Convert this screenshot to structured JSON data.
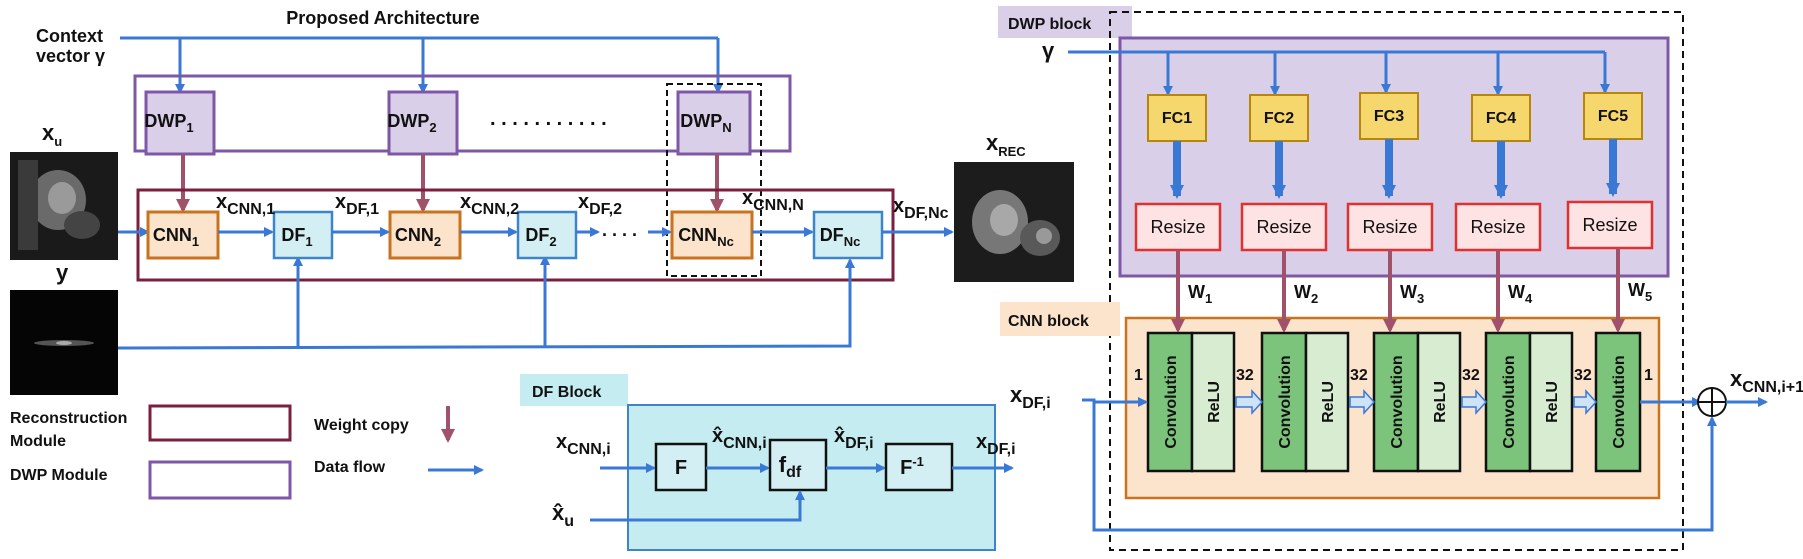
{
  "title": "Proposed Architecture",
  "context_vector": {
    "line1": "Context",
    "line2": "vector γ"
  },
  "gamma": "γ",
  "inputs": {
    "xu": "x",
    "xu_sub": "u",
    "y": "y",
    "xrec": "x",
    "xrec_sub": "REC"
  },
  "dwp": [
    {
      "label": "DWP",
      "sub": "1"
    },
    {
      "label": "DWP",
      "sub": "2"
    },
    {
      "label": "DWP",
      "sub": "N"
    }
  ],
  "dots": ". . . . . . . . . . .",
  "dots_small": ". . . .",
  "cnn": [
    {
      "label": "CNN",
      "sub": "1"
    },
    {
      "label": "CNN",
      "sub": "2"
    },
    {
      "label": "CNN",
      "sub": "Nc"
    }
  ],
  "df": [
    {
      "label": "DF",
      "sub": "1"
    },
    {
      "label": "DF",
      "sub": "2"
    },
    {
      "label": "DF",
      "sub": "Nc"
    }
  ],
  "flow_labels": [
    {
      "main": "x",
      "sub": "CNN,1"
    },
    {
      "main": "x",
      "sub": "DF,1"
    },
    {
      "main": "x",
      "sub": "CNN,2"
    },
    {
      "main": "x",
      "sub": "DF,2"
    },
    {
      "main": "x",
      "sub": "CNN,N"
    },
    {
      "main": "x",
      "sub": "DF,Nc"
    }
  ],
  "legend": {
    "reconstruction_line1": "Reconstruction",
    "reconstruction_line2": "Module",
    "dwp_module": "DWP Module",
    "weight_copy": "Weight copy",
    "data_flow": "Data flow"
  },
  "df_block": {
    "title": "DF Block",
    "in1": "x",
    "in1_sub": "CNN,i",
    "in2": "x̂",
    "in2_sub": "u",
    "f": "F",
    "mid1": "x̂",
    "mid1_sub": "CNN,i",
    "fdf": "f",
    "fdf_sub": "df",
    "mid2": "x̂",
    "mid2_sub": "DF,i",
    "finv": "F",
    "finv_sup": "-1",
    "out": "x",
    "out_sub": "DF,i"
  },
  "dwp_block": {
    "title": "DWP block",
    "fc": [
      "FC1",
      "FC2",
      "FC3",
      "FC4",
      "FC5"
    ],
    "resize": "Resize",
    "weights": [
      {
        "main": "W",
        "sub": "1"
      },
      {
        "main": "W",
        "sub": "2"
      },
      {
        "main": "W",
        "sub": "3"
      },
      {
        "main": "W",
        "sub": "4"
      },
      {
        "main": "W",
        "sub": "5"
      }
    ]
  },
  "cnn_block": {
    "title": "CNN block",
    "input": "x",
    "input_sub": "DF,i",
    "output": "x",
    "output_sub": "CNN,i+1",
    "conv": "Convolution",
    "relu": "ReLU",
    "channels": [
      "1",
      "32",
      "32",
      "32",
      "32",
      "1"
    ]
  }
}
